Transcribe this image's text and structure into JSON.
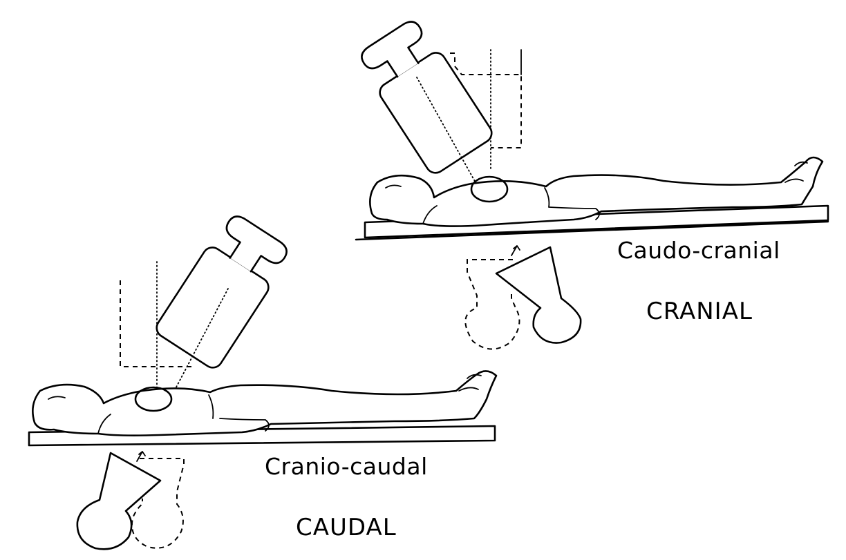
{
  "panels": {
    "cranial": {
      "projection_label": "Caudo-cranial",
      "position_label": "CRANIAL"
    },
    "caudal": {
      "projection_label": "Cranio-caudal",
      "position_label": "CAUDAL"
    }
  }
}
